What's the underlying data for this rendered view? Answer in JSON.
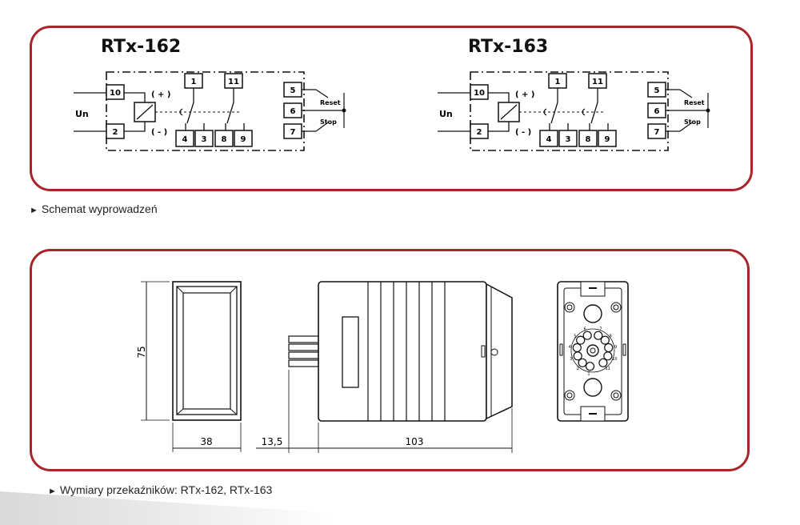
{
  "diagrams": [
    {
      "title": "RTx-162",
      "terminals": {
        "t10": "10",
        "t2": "2",
        "t1": "1",
        "t11": "11",
        "t4": "4",
        "t3": "3",
        "t8": "8",
        "t9": "9",
        "t5": "5",
        "t6": "6",
        "t7": "7"
      },
      "supply_label": "Un",
      "plus_label": "( + )",
      "minus_label": "( - )",
      "reset_label": "Reset",
      "stop_label": "Stop"
    },
    {
      "title": "RTx-163",
      "terminals": {
        "t10": "10",
        "t2": "2",
        "t1": "1",
        "t11": "11",
        "t4": "4",
        "t3": "3",
        "t8": "8",
        "t9": "9",
        "t5": "5",
        "t6": "6",
        "t7": "7"
      },
      "supply_label": "Un",
      "plus_label": "( + )",
      "minus_label": "( - )",
      "reset_label": "Reset",
      "stop_label": "Stop"
    }
  ],
  "caption_wiring": "Schemat wyprowadzeń",
  "dimensions": {
    "height": "75",
    "width": "38",
    "depth_pins": "13,5",
    "depth_body": "103"
  },
  "socket_pins": [
    "1",
    "2",
    "3",
    "4",
    "5",
    "6",
    "7",
    "8",
    "9",
    "10",
    "11"
  ],
  "caption_dimensions": "Wymiary przekaźników: RTx-162, RTx-163",
  "colors": {
    "frame": "#a8262b",
    "line": "#111111"
  }
}
